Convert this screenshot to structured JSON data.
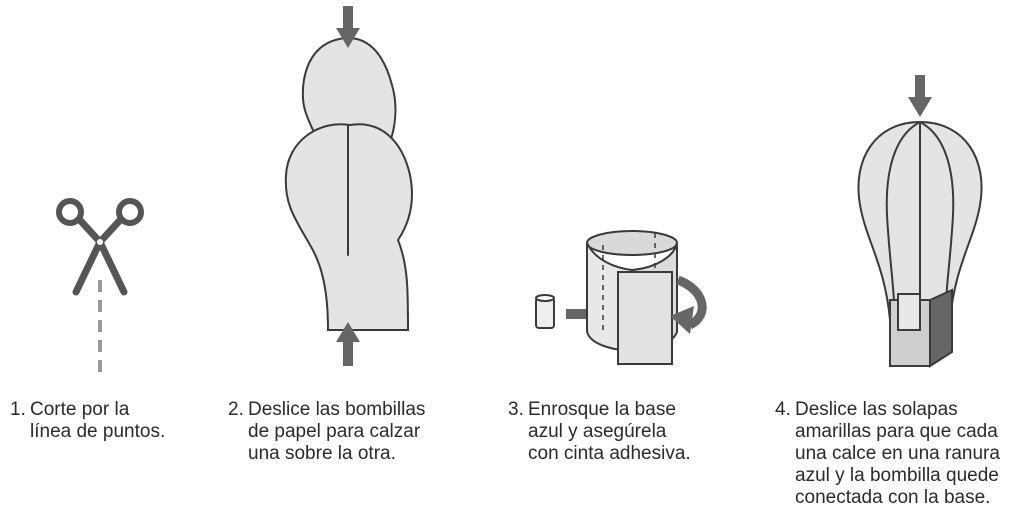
{
  "steps": [
    {
      "number": "1.",
      "lines": [
        "Corte por la",
        "línea de puntos."
      ],
      "icon": "scissors-icon"
    },
    {
      "number": "2.",
      "lines": [
        "Deslice las bombillas",
        "de papel para calzar",
        "una sobre la otra."
      ],
      "icon": "bulb-halves-icon"
    },
    {
      "number": "3.",
      "lines": [
        "Enrosque la base",
        "azul y asegúrela",
        "con cinta adhesiva."
      ],
      "icon": "base-roll-icon"
    },
    {
      "number": "4.",
      "lines": [
        "Deslice las solapas",
        "amarillas para que cada",
        "una calce en una ranura",
        "azul y la bombilla quede",
        "conectada con la base."
      ],
      "icon": "assembled-bulb-icon"
    }
  ],
  "colors": {
    "outline": "#3a3a3a",
    "paper": "#e6e6e6",
    "arrow": "#666666",
    "dark": "#555555"
  }
}
